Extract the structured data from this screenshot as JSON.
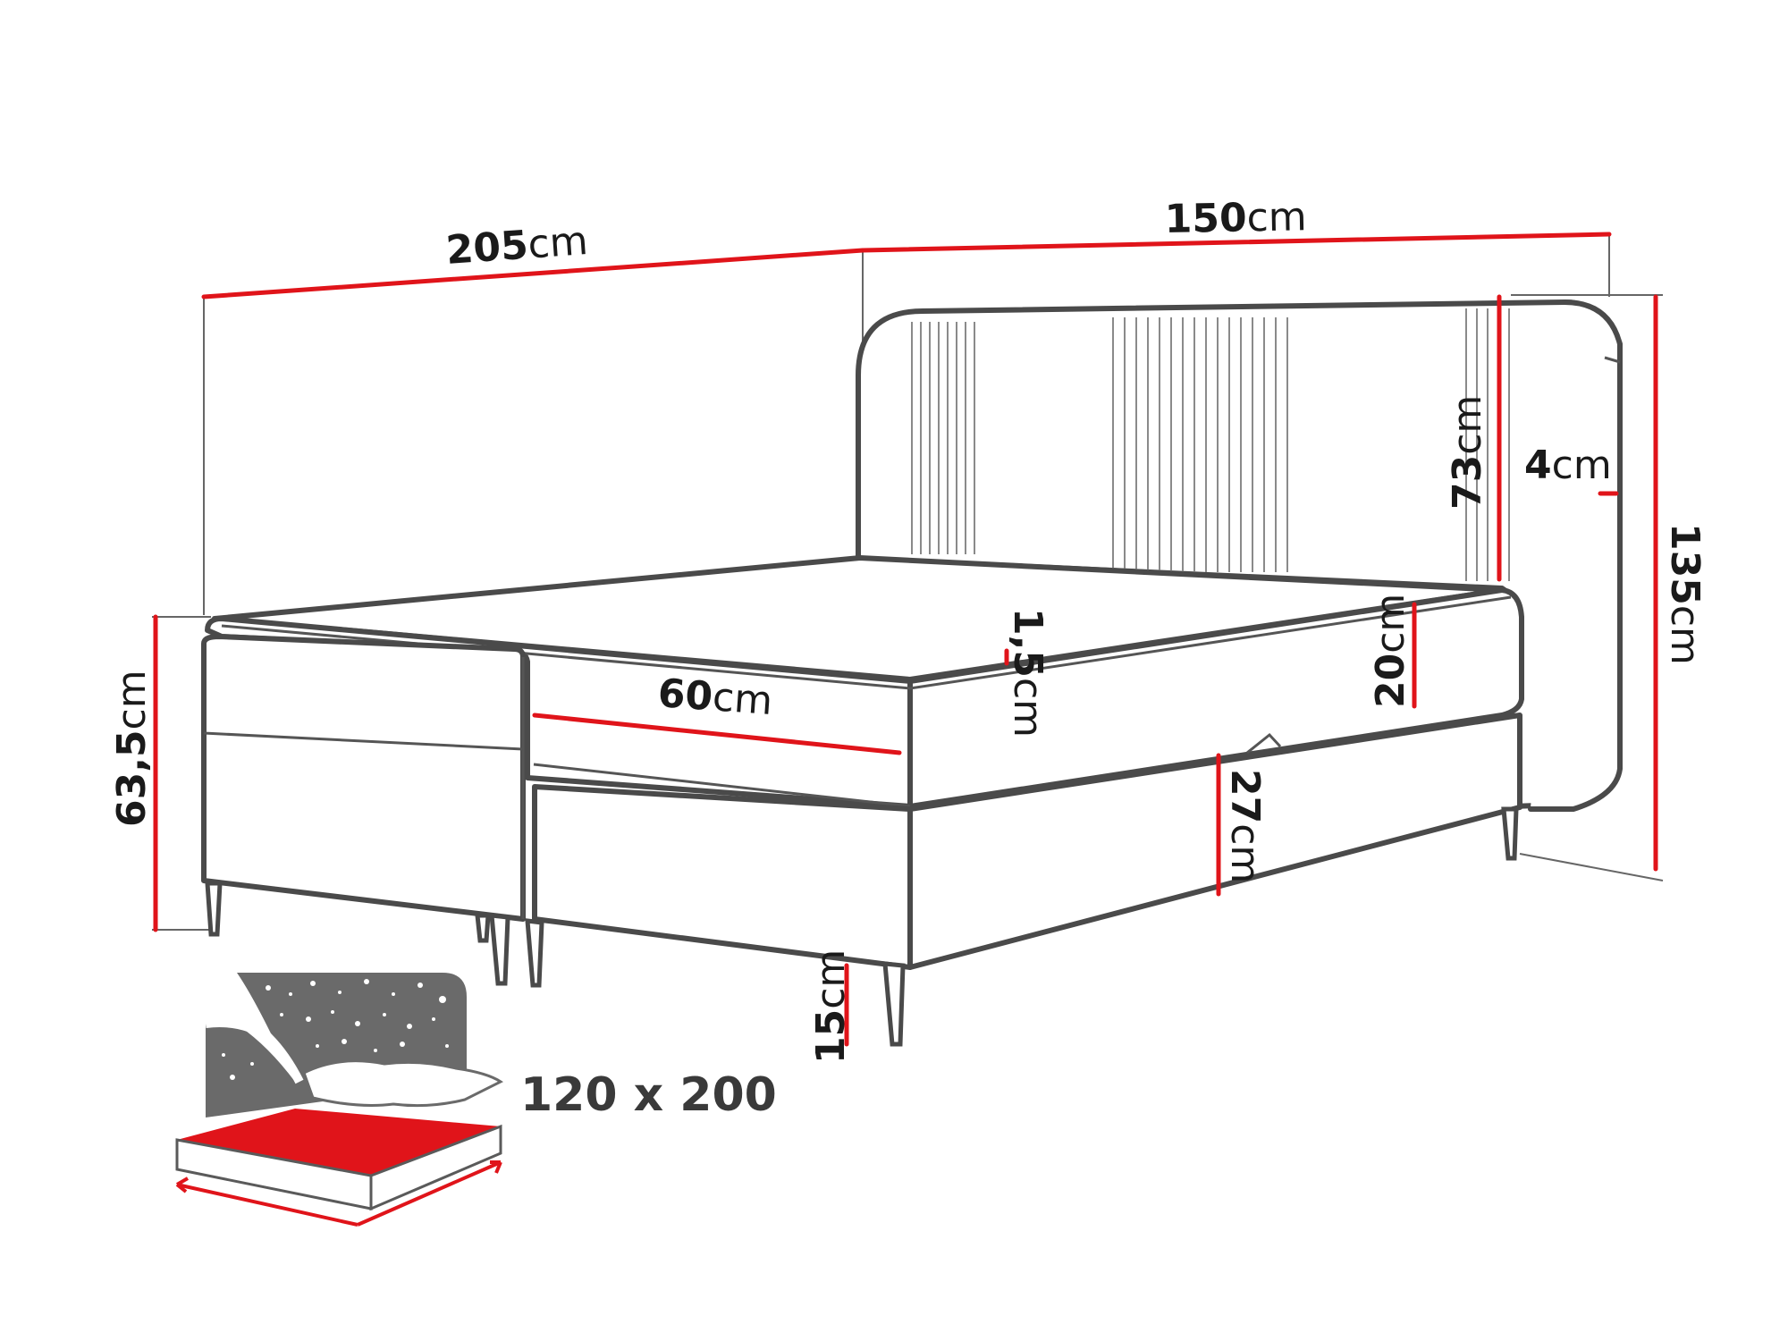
{
  "dimensions": {
    "length": {
      "value": "205",
      "unit": "cm"
    },
    "width": {
      "value": "150",
      "unit": "cm"
    },
    "headboard_panel": {
      "value": "73",
      "unit": "cm"
    },
    "headboard_thickness": {
      "value": "4",
      "unit": "cm"
    },
    "total_height": {
      "value": "135",
      "unit": "cm"
    },
    "base_height": {
      "value": "63,5",
      "unit": "cm"
    },
    "topper_thickness": {
      "value": "1,5",
      "unit": "cm"
    },
    "mattress_height": {
      "value": "20",
      "unit": "cm"
    },
    "storage_depth": {
      "value": "60",
      "unit": "cm"
    },
    "box_height": {
      "value": "27",
      "unit": "cm"
    },
    "leg_height": {
      "value": "15",
      "unit": "cm"
    }
  },
  "sleeping_area": {
    "label": "120 x 200"
  },
  "colors": {
    "accent": "#e0141a",
    "outline": "#4a4a4a",
    "icon_dark": "#6a6a6a"
  }
}
